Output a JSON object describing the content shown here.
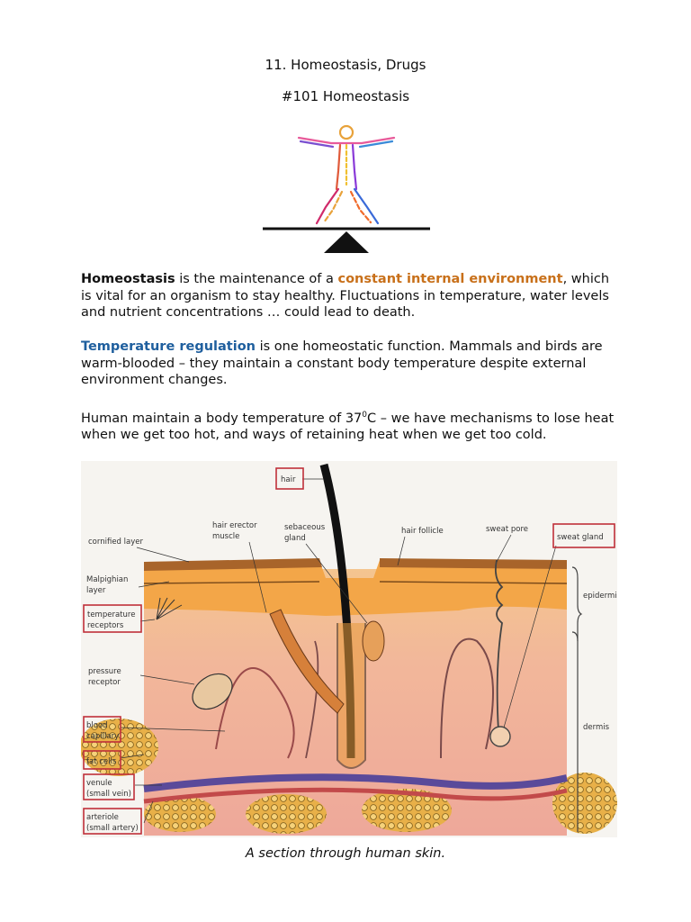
{
  "doc": {
    "title": "11. Homeostasis, Drugs",
    "subtitle": "#101 Homeostasis",
    "p1": {
      "term": "Homeostasis",
      "a": " is the maintenance of a ",
      "highlight": "constant internal environment",
      "b": ", which is vital for an organism to stay healthy. Fluctuations in temperature, water levels and nutrient concentrations … could lead to death."
    },
    "p2": {
      "term": "Temperature regulation",
      "rest": " is one homeostatic function. Mammals and birds are warm-blooded – they maintain a constant body temperature despite external environment changes."
    },
    "p3": {
      "a": "Human maintain a body temperature of 37",
      "sup": "0",
      "b": "C – we have mechanisms to lose heat when we get too hot, and ways of retaining heat when we get too cold."
    },
    "caption": "A section through human skin."
  },
  "diagram": {
    "labels": {
      "hair": "hair",
      "hair_erector_1": "hair erector",
      "hair_erector_2": "muscle",
      "sebaceous_1": "sebaceous",
      "sebaceous_2": "gland",
      "hair_follicle": "hair follicle",
      "sweat_pore": "sweat pore",
      "sweat_gland": "sweat gland",
      "cornified": "cornified layer",
      "malpighian_1": "Malpighian",
      "malpighian_2": "layer",
      "temp_1": "temperature",
      "temp_2": "receptors",
      "pressure_1": "pressure",
      "pressure_2": "receptor",
      "blood_1": "blood",
      "blood_2": "capillary",
      "fat": "fat cells",
      "venule_1": "venule",
      "venule_2": "(small vein)",
      "arteriole_1": "arteriole",
      "arteriole_2": "(small artery)",
      "epidermis": "epidermis",
      "dermis": "dermis"
    }
  }
}
